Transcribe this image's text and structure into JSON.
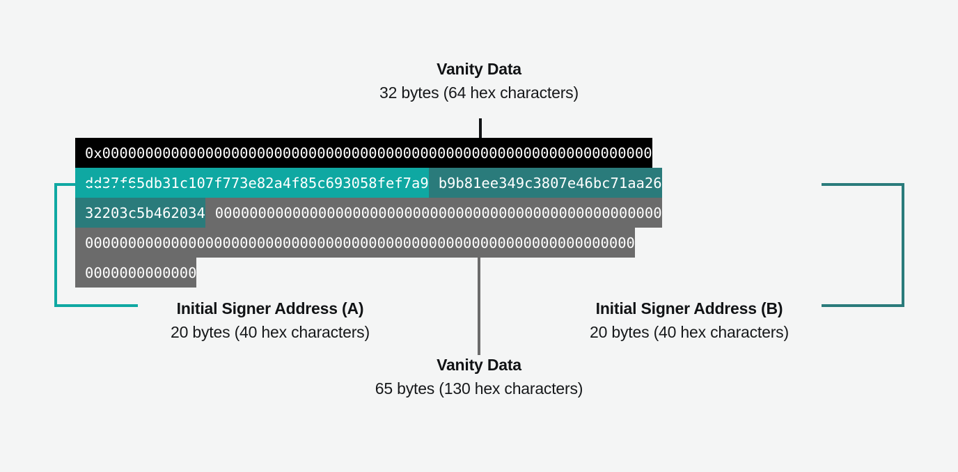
{
  "page": {
    "background_color": "#f4f5f5",
    "diagram_type": "byte-layout-annotation"
  },
  "colors": {
    "black": "#000000",
    "teal_bright": "#0fa8a2",
    "teal_dark": "#2a7b7b",
    "gray": "#6b6b6b",
    "text": "#16181a"
  },
  "labels": {
    "top": {
      "title": "Vanity Data",
      "subtitle": "32 bytes (64 hex characters)"
    },
    "bottom": {
      "title": "Vanity Data",
      "subtitle": "65 bytes (130 hex characters)"
    },
    "signer_a": {
      "title": "Initial Signer Address (A)",
      "subtitle": "20 bytes (40 hex characters)"
    },
    "signer_b": {
      "title": "Initial Signer Address (B)",
      "subtitle": "20 bytes (40 hex characters)"
    }
  },
  "hex_rows": [
    {
      "row": 1,
      "segments": [
        {
          "color": "black",
          "text": "0x0000000000000000000000000000000000000000000000000000000000000000"
        }
      ]
    },
    {
      "row": 2,
      "segments": [
        {
          "color": "teal_bright",
          "text": "dd37f65db31c107f773e82a4f85c693058fef7a9"
        },
        {
          "color": "teal_dark",
          "text": "b9b81ee349c3807e46bc71aa26"
        }
      ]
    },
    {
      "row": 3,
      "segments": [
        {
          "color": "teal_dark",
          "text": "32203c5b462034"
        },
        {
          "color": "gray",
          "text": "0000000000000000000000000000000000000000000000000000"
        }
      ]
    },
    {
      "row": 4,
      "segments": [
        {
          "color": "gray",
          "text": "0000000000000000000000000000000000000000000000000000000000000000"
        }
      ]
    },
    {
      "row": 5,
      "segments": [
        {
          "color": "gray",
          "text": "0000000000000"
        }
      ]
    }
  ]
}
